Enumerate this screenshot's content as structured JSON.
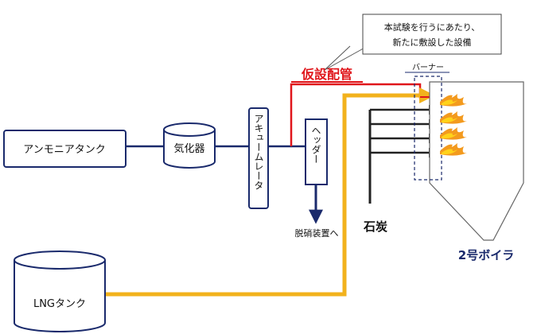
{
  "labels": {
    "ammonia_tank": "アンモニアタンク",
    "vaporizer": "気化器",
    "accumulator": "アキュームレータ",
    "header": "ヘッダー",
    "to_denitration": "脱硝装置へ",
    "lng_tank": "LNGタンク",
    "coal": "石炭",
    "boiler": "2号ボイラ",
    "burner": "バーナー",
    "temp_piping": "仮設配管",
    "callout_line1": "本試験を行うにあたり、",
    "callout_line2": "新たに敷設した設備"
  },
  "colors": {
    "ammonia_line": "#1a2a6c",
    "temp_line": "#e0161b",
    "lng_line": "#f2b21c",
    "coal_line": "#222222",
    "flame_outer": "#f39a1e",
    "flame_inner": "#ffd21a"
  }
}
